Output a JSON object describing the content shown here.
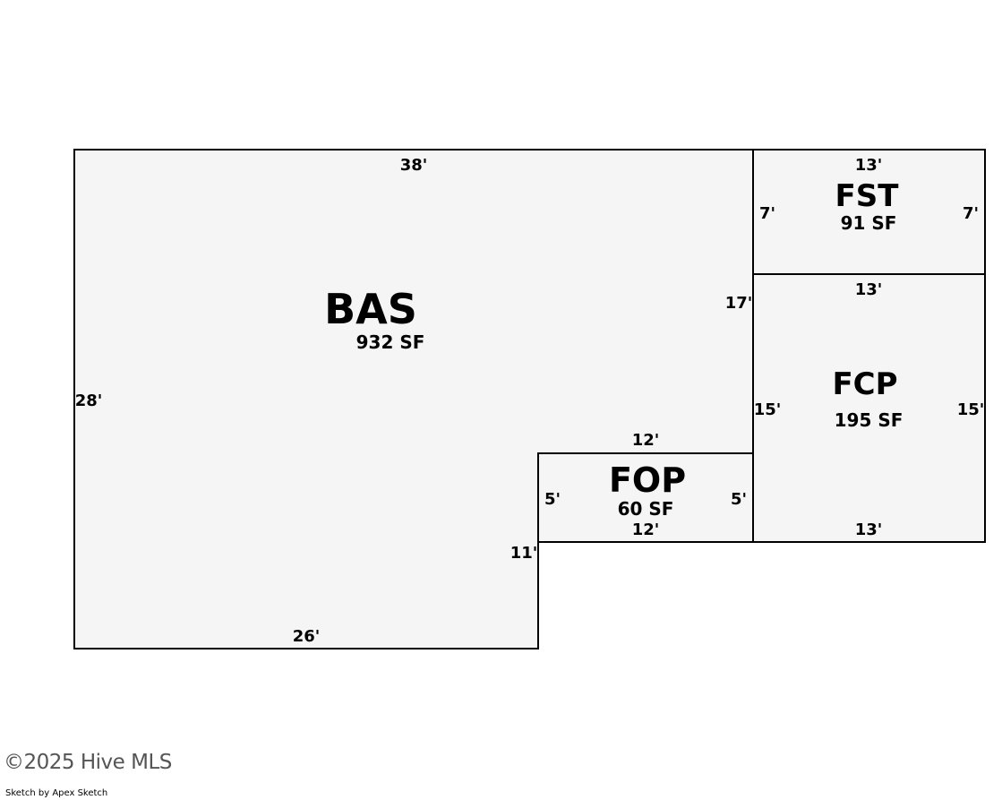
{
  "colors": {
    "room_fill": "#f5f5f5",
    "outline": "#000000"
  },
  "rooms": {
    "bas": {
      "name": "BAS",
      "area": "932 SF"
    },
    "fst": {
      "name": "FST",
      "area": "91 SF"
    },
    "fcp": {
      "name": "FCP",
      "area": "195 SF"
    },
    "fop": {
      "name": "FOP",
      "area": "60 SF"
    }
  },
  "dimensions": {
    "bas_top": "38'",
    "bas_left": "28'",
    "bas_right": "17'",
    "bas_bottom": "26'",
    "bas_notch": "11'",
    "fst_top": "13'",
    "fst_left": "7'",
    "fst_right": "7'",
    "fcp_top": "13'",
    "fcp_left": "15'",
    "fcp_right": "15'",
    "fcp_bottom": "13'",
    "fop_top": "12'",
    "fop_left": "5'",
    "fop_right": "5'",
    "fop_bottom": "12'"
  },
  "footer": {
    "copyright": "©2025 Hive MLS",
    "credit": "Sketch by Apex Sketch"
  }
}
